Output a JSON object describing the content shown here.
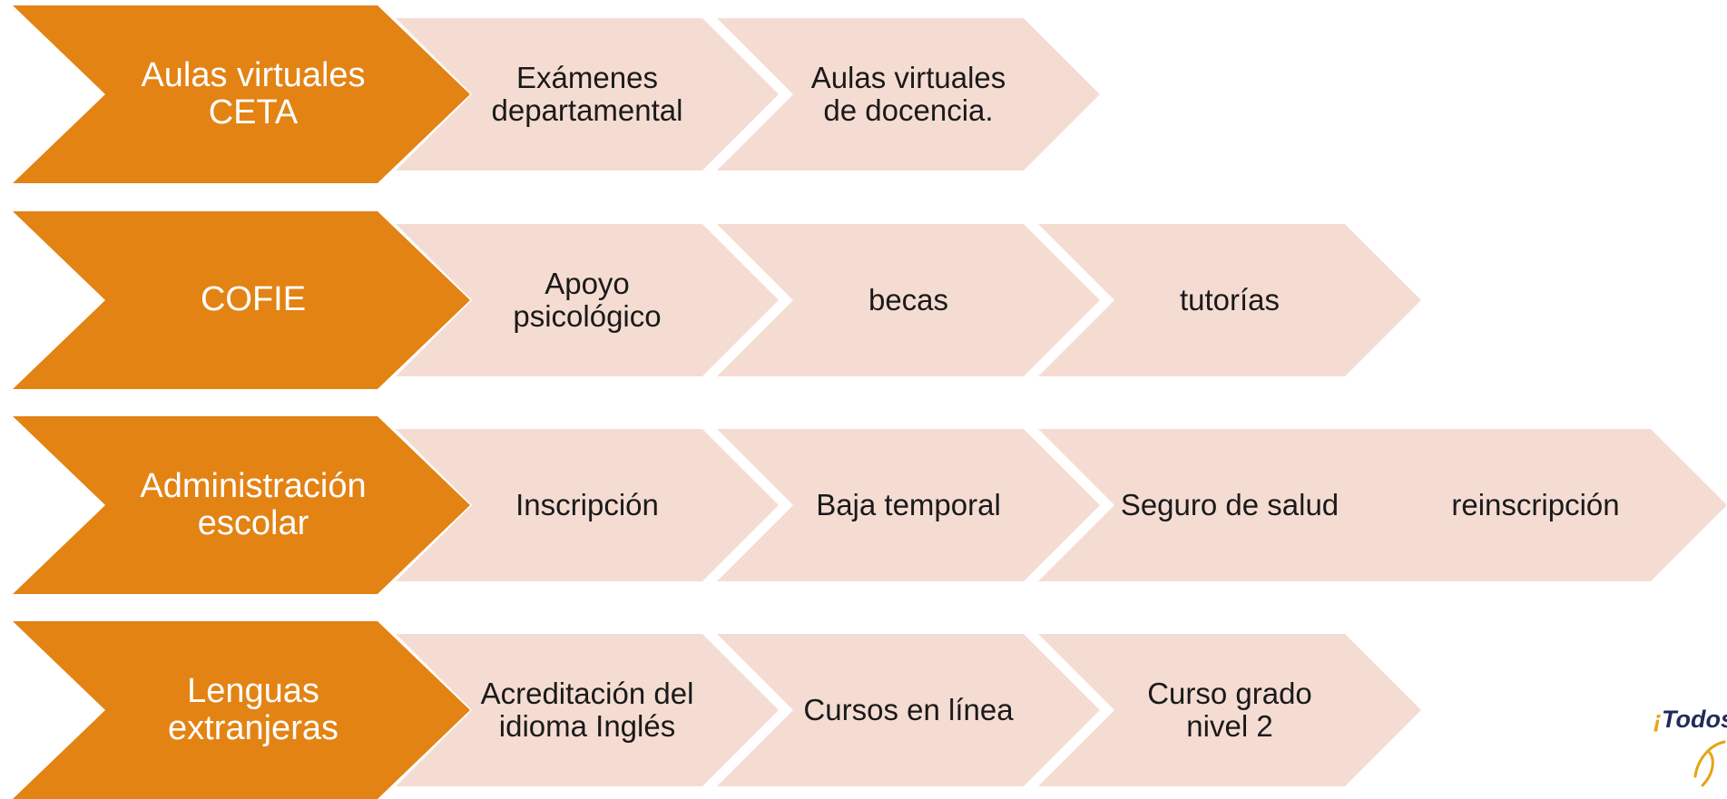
{
  "rows": [
    {
      "main": "Aulas virtuales CETA",
      "items": [
        "Exámenes departamental",
        "Aulas virtuales de docencia."
      ]
    },
    {
      "main": "COFIE",
      "items": [
        "Apoyo psicológico",
        "becas",
        "tutorías"
      ]
    },
    {
      "main": "Administración escolar",
      "items": [
        "Inscripción",
        "Baja temporal",
        "Seguro de salud",
        "reinscripción"
      ]
    },
    {
      "main": "Lenguas extranjeras",
      "items": [
        "Acreditación del idioma Inglés",
        "Cursos en línea",
        "Curso grado nivel 2"
      ]
    }
  ],
  "logo": {
    "mark": "¡",
    "text": "Todos",
    "icon": "script-swash-logo"
  },
  "colors": {
    "main": "#E38314",
    "sub": "#F5DCD2",
    "main_text": "#ffffff",
    "sub_text": "#1a1a1a"
  }
}
